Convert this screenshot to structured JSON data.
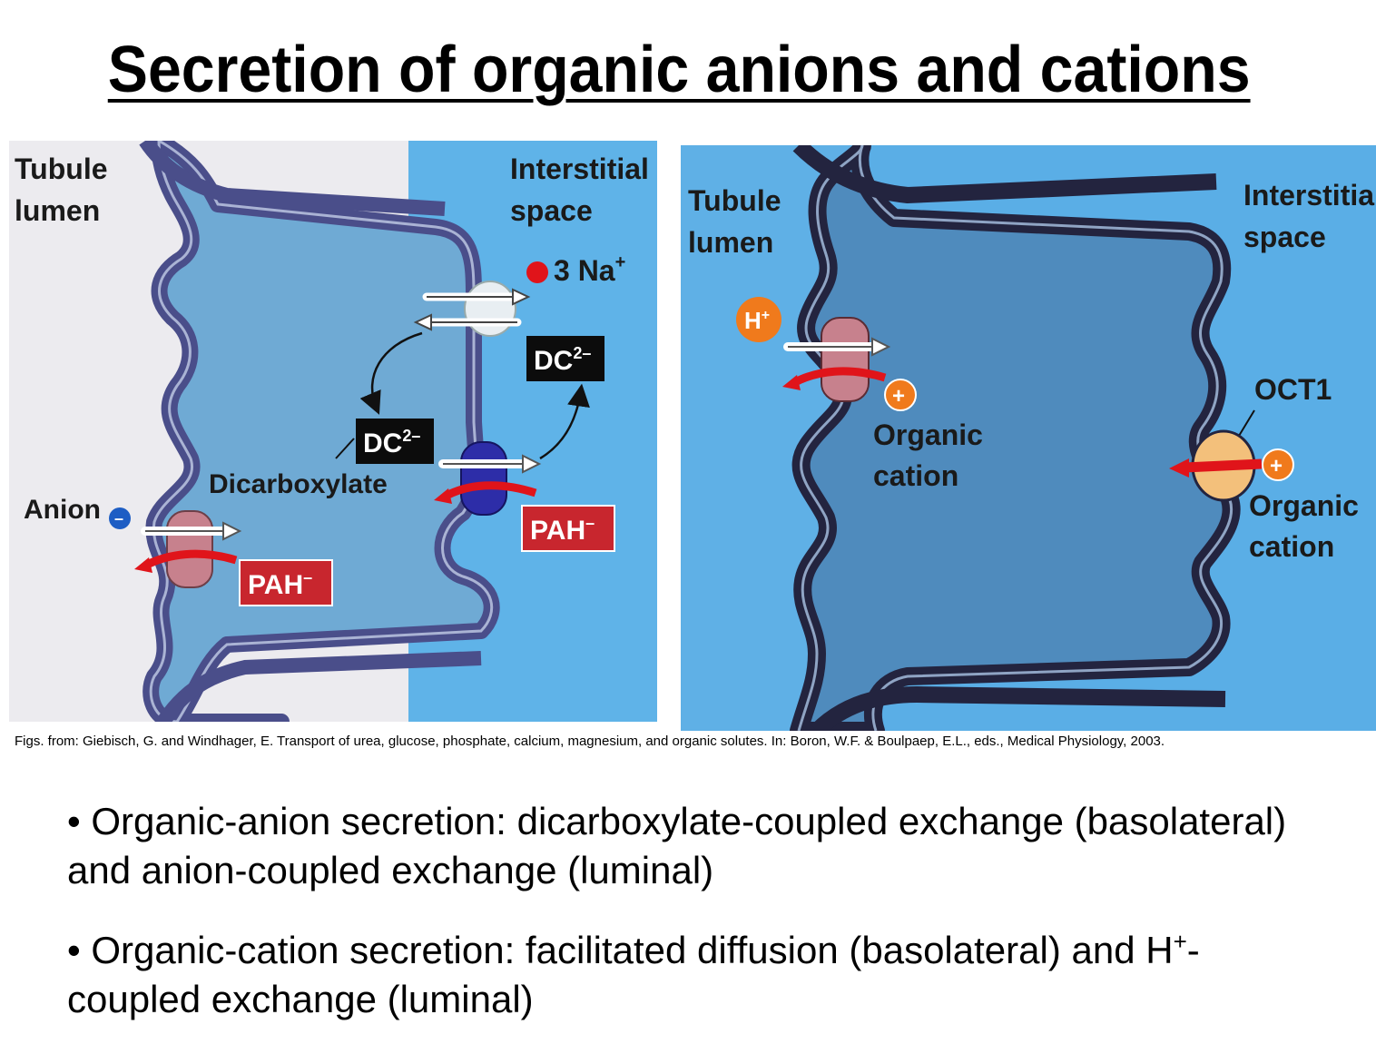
{
  "title": "Secretion of organic anions and cations",
  "panel_left": {
    "lumen_l1": "Tubule",
    "lumen_l2": "lumen",
    "inter_l1": "Interstitial",
    "inter_l2": "space",
    "na_num": "3 Na",
    "na_sup": "+",
    "dc_top": "DC",
    "dc_top_sup": "2–",
    "dc_mid": "DC",
    "dc_mid_sup": "2–",
    "dicarboxylate": "Dicarboxylate",
    "anion": "Anion",
    "anion_sign": "–",
    "pah_right": "PAH",
    "pah_right_sup": "–",
    "pah_left": "PAH",
    "pah_left_sup": "–"
  },
  "panel_right": {
    "lumen_l1": "Tubule",
    "lumen_l2": "lumen",
    "inter_l1": "Interstitial",
    "inter_l2": "space",
    "h_ion": "H",
    "h_sup": "+",
    "plus": "+",
    "oc_left_l1": "Organic",
    "oc_left_l2": "cation",
    "oct1": "OCT1",
    "oc_right_l1": "Organic",
    "oc_right_l2": "cation"
  },
  "caption": "Figs. from:  Giebisch, G. and Windhager, E. Transport of urea, glucose, phosphate, calcium, magnesium, and organic solutes. In:  Boron, W.F. & Boulpaep, E.L., eds., Medical Physiology, 2003.",
  "bullets": [
    {
      "text_l1": "• Organic-anion secretion: dicarboxylate-coupled exchange (basolateral)",
      "text_l2": "and anion-coupled exchange (luminal)"
    },
    {
      "text_l1_a": "• Organic-cation secretion: facilitated diffusion (basolateral) and H",
      "text_l1_sup": "+",
      "text_l1_b": "-",
      "text_l2": "coupled exchange (luminal)"
    }
  ],
  "colors": {
    "lumen_left": "#ecebef",
    "lumen_right": "#5aaee6",
    "cell": "#6faad4",
    "cell_right": "#4f8bbd",
    "interstitial": "#5fb3e8",
    "membrane_left": "#4a4e8a",
    "membrane_right": "#23243f",
    "pah_box": "#c8262e",
    "dc_box": "#0c0c0c",
    "transporter_pink": "#c7818d",
    "transporter_blue": "#2d2da8",
    "oct1": "#f3c07b",
    "h_ion": "#f07a1c",
    "na": "#e0141a"
  }
}
